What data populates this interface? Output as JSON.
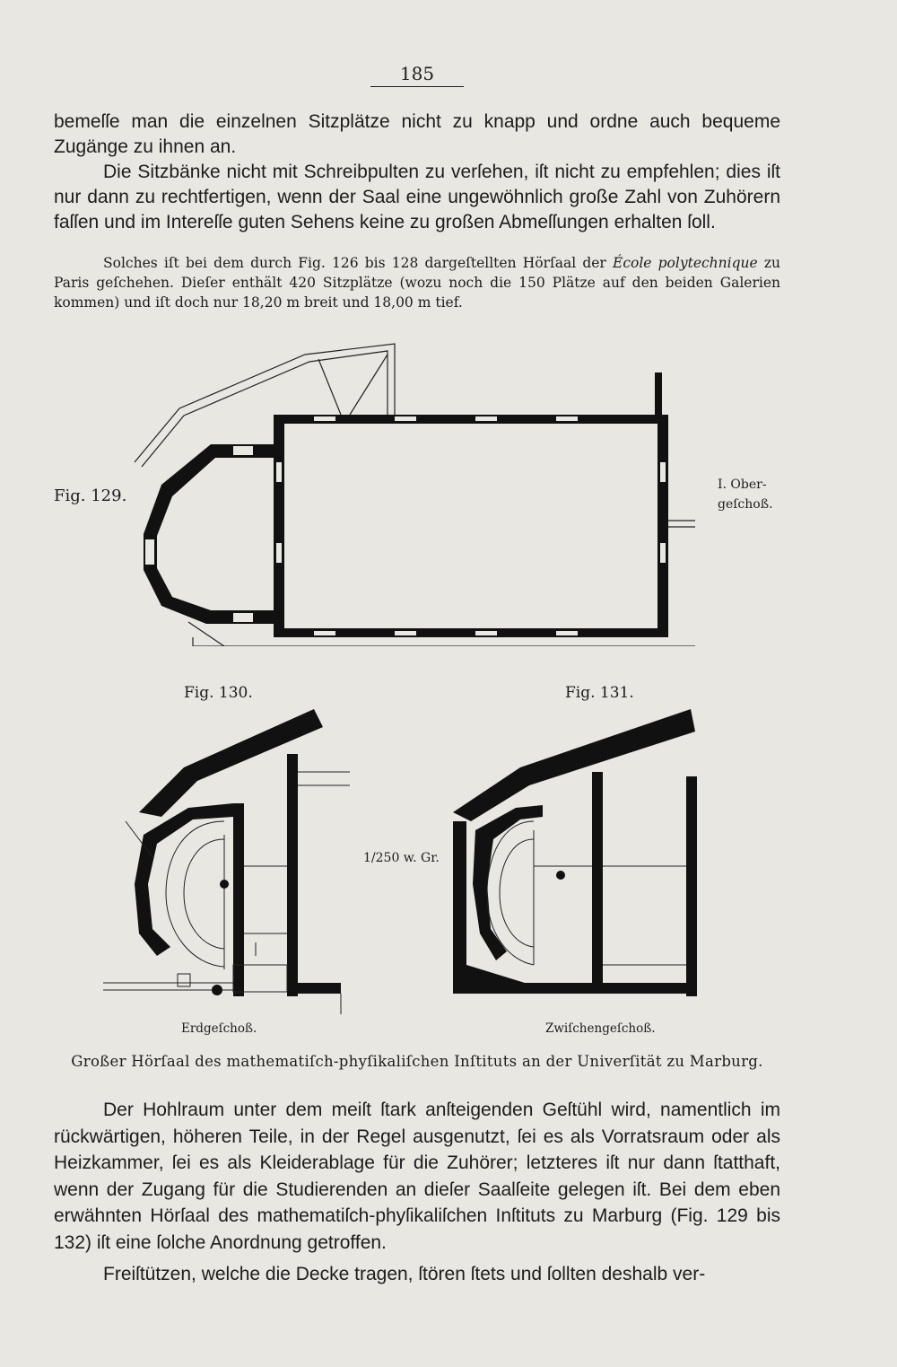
{
  "page_number": "185",
  "para1": "bemeſſe man die einzelnen Sitzplätze nicht zu knapp und ordne auch bequeme Zugänge zu ihnen an.",
  "para2": "Die Sitzbänke nicht mit Schreibpulten zu verſehen, iſt nicht zu empfehlen; dies iſt nur dann zu rechtfertigen, wenn der Saal eine ungewöhnlich große Zahl von Zuhörern faſſen und im Intereſſe guten Sehens keine zu großen Abmeſſungen erhalten ſoll.",
  "small": {
    "part1": "Solches iſt bei dem durch Fig. 126 bis 128 dargeſtellten Hörſaal der",
    "italic": "École polytechnique",
    "part2": "zu Paris geſchehen. Dieſer enthält 420 Sitzplätze (wozu noch die 150 Plätze auf den beiden Galerien kommen) und iſt doch nur 18,20 m breit und 18,00 m tief."
  },
  "figures": {
    "fig129": "Fig. 129.",
    "fig129_level_line1": "I. Ober-",
    "fig129_level_line2": "geſchoß.",
    "fig130": "Fig. 130.",
    "fig131": "Fig. 131.",
    "scale": "1/250 w. Gr.",
    "fig130_level": "Erdgeſchoß.",
    "fig131_level": "Zwiſchengeſchoß."
  },
  "caption": "Großer Hörſaal des mathematiſch-phyſikaliſchen Inſtituts an der Univerſität zu Marburg.",
  "para3": "Der Hohlraum unter dem meiſt ſtark anſteigenden Geſtühl wird, namentlich im rückwärtigen, höheren Teile, in der Regel ausgenutzt, ſei es als Vorratsraum oder als Heizkammer, ſei es als Kleiderablage für die Zuhörer; letzteres iſt nur dann ſtatthaft, wenn der Zugang für die Studierenden an dieſer Saalſeite gelegen iſt. Bei dem eben erwähnten Hörſaal des mathematiſch-phyſikaliſchen Inſtituts zu Marburg (Fig. 129 bis 132) iſt eine ſolche Anordnung getroffen.",
  "para4": "Freiſtützen, welche die Decke tragen, ſtören ſtets und ſollten deshalb ver-"
}
